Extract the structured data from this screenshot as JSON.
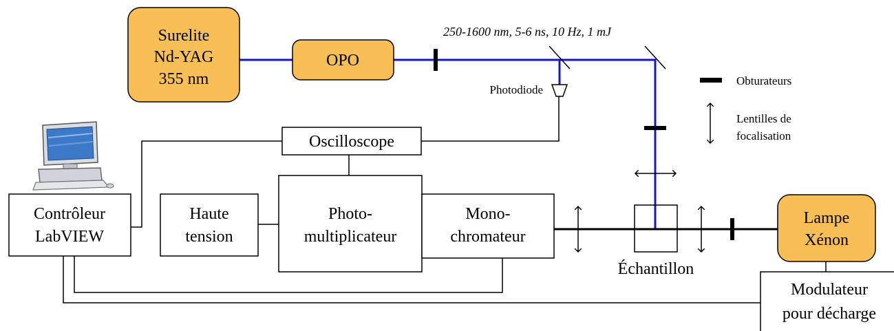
{
  "colors": {
    "laser_beam": "#1414d2",
    "source_fill": "#f7bf56",
    "outline": "#000000"
  },
  "components": {
    "laser": {
      "line1": "Surelite",
      "line2": "Nd-YAG",
      "line3": "355 nm"
    },
    "opo": {
      "label": "OPO"
    },
    "oscilloscope": {
      "label": "Oscilloscope"
    },
    "controller": {
      "line1": "Contrôleur",
      "line2": "LabVIEW"
    },
    "high_voltage": {
      "line1": "Haute",
      "line2": "tension"
    },
    "photomultiplier": {
      "line1": "Photo-",
      "line2": "multiplicateur"
    },
    "monochromator": {
      "line1": "Mono-",
      "line2": "chromateur"
    },
    "lamp": {
      "line1": "Lampe",
      "line2": "Xénon"
    },
    "modulator": {
      "line1": "Modulateur",
      "line2": "pour décharge"
    }
  },
  "annotations": {
    "beam_spec": "250-1600 nm, 5-6 ns, 10 Hz, 1 mJ",
    "photodiode": "Photodiode",
    "sample": "Échantillon"
  },
  "legend": {
    "shutters": "Obturateurs",
    "lenses_line1": "Lentilles de",
    "lenses_line2": "focalisation"
  },
  "icons": [
    "computer-icon",
    "mirror-icon",
    "shutter-icon",
    "lens-icon",
    "photodiode-icon"
  ]
}
